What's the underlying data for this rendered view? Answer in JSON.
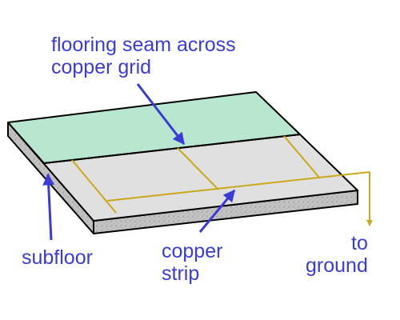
{
  "labels": {
    "seam": [
      "flooring seam across",
      "copper grid"
    ],
    "subfloor": [
      "subfloor"
    ],
    "copper_strip": [
      "copper",
      "strip"
    ],
    "to_ground": [
      "to",
      "ground"
    ]
  },
  "colors": {
    "top_tile": "#b8e6cf",
    "gray_surface": "#e0e0e0",
    "subfloor_edge": "#c9c9c9",
    "copper": "#c9a81a",
    "label_text": "#3b3bd6",
    "arrow": "#3b3bd6",
    "outline": "#000000"
  }
}
